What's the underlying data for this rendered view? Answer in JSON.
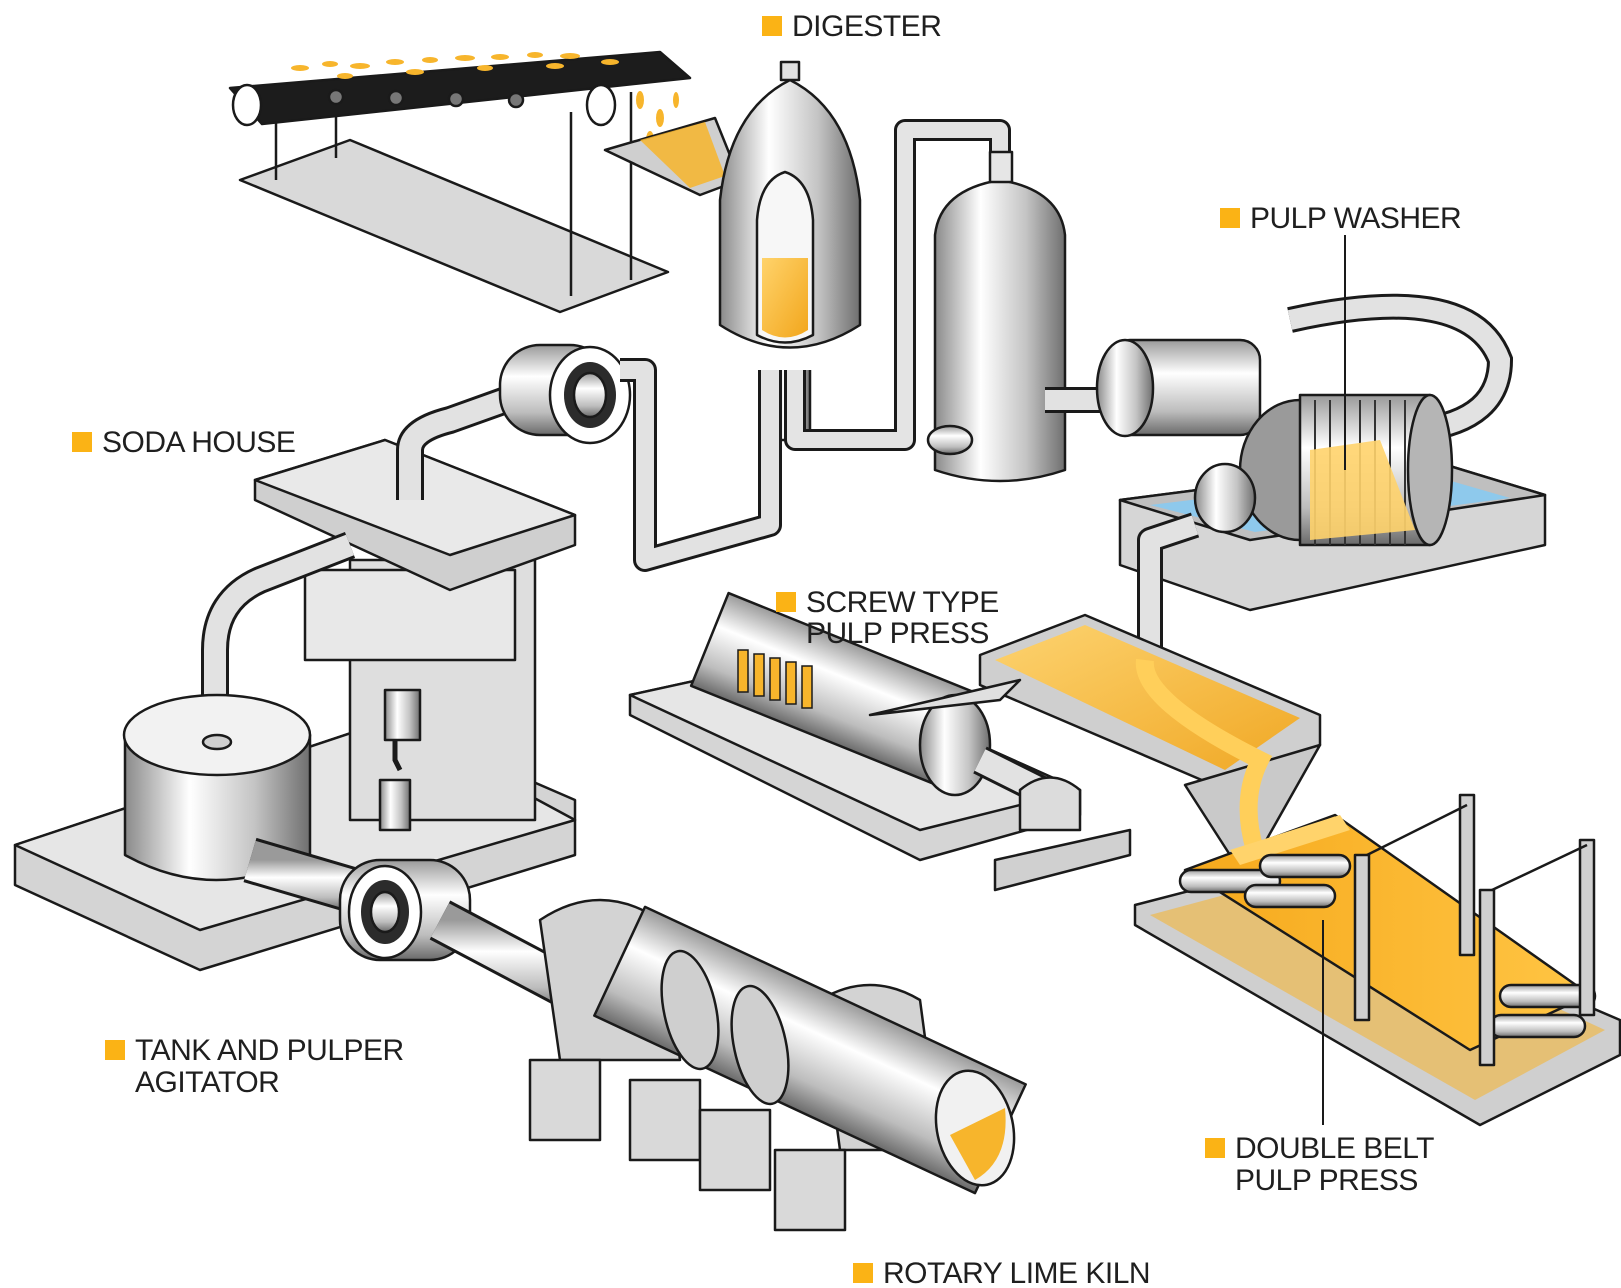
{
  "colors": {
    "accent": "#FBB315",
    "metal_light": "#f4f4f4",
    "metal_mid": "#c9c9c9",
    "metal_dark": "#7d7d7d",
    "base": "#d8d8d8",
    "water": "#8ec9ec",
    "pulp": "#f7b52c",
    "outline": "#1a1a1a"
  },
  "labels": {
    "digester": [
      "DIGESTER"
    ],
    "pulp_washer": [
      "PULP WASHER"
    ],
    "soda_house": [
      "SODA HOUSE"
    ],
    "screw_press": [
      "SCREW TYPE",
      "PULP PRESS"
    ],
    "tank_agitator": [
      "TANK AND PULPER",
      "AGITATOR"
    ],
    "double_belt": [
      "DOUBLE BELT",
      "PULP PRESS"
    ],
    "lime_kiln": [
      "ROTARY LIME KILN"
    ]
  }
}
